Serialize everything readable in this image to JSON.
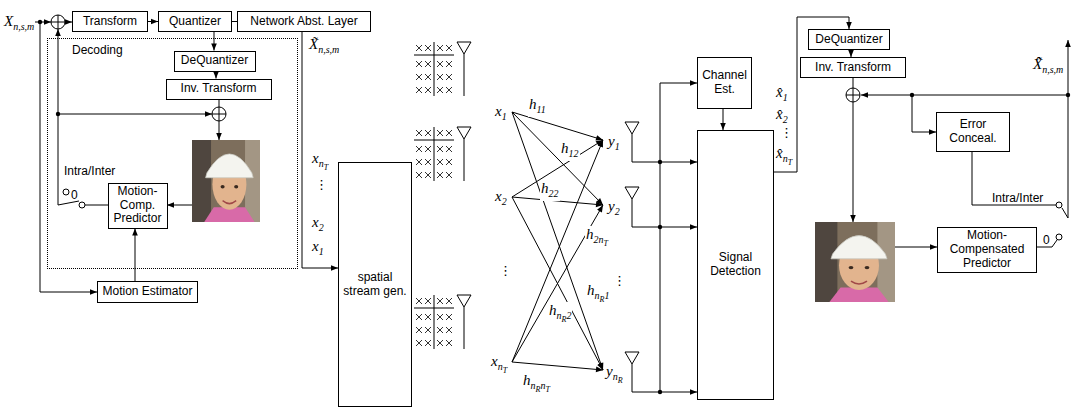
{
  "diagram": {
    "nodes": [
      {
        "text": [
          "Transform"
        ]
      },
      {
        "text": [
          "Quantizer"
        ]
      },
      {
        "text": [
          "Network Abst. Layer"
        ]
      },
      {
        "text": [
          "Decoding"
        ]
      },
      {
        "text": [
          "DeQuantizer"
        ],
        "in": 3
      },
      {
        "text": [
          "Inv. Transform"
        ],
        "in": 3
      },
      {
        "text": [
          "Motion- Comp. Predictor"
        ],
        "in": 3
      },
      {
        "text": [
          "Motion Estimator"
        ]
      },
      {
        "text": [
          "spatial stream gen."
        ]
      },
      {
        "text": [
          "Channel Est."
        ]
      },
      {
        "text": [
          "Signal Detection"
        ]
      },
      {
        "text": [
          "DeQuantizer"
        ]
      },
      {
        "text": [
          "Inv. Transform"
        ]
      },
      {
        "text": [
          "Error Conceal."
        ]
      },
      {
        "text": [
          "Motion- Compensated Predictor"
        ]
      }
    ],
    "edges": [
      {
        "from": 0,
        "to": 1,
        "arrow": "to"
      },
      {
        "from": 1,
        "to": 2,
        "arrow": "none"
      },
      {
        "from": 1,
        "to": 4,
        "arrow": "to"
      },
      {
        "from": 4,
        "to": 5,
        "arrow": "to"
      },
      {
        "from": 7,
        "to": 6,
        "arrow": "to"
      },
      {
        "from": 2,
        "to": 8,
        "arrow": "to"
      },
      {
        "from": 9,
        "to": 10,
        "arrow": "to"
      },
      {
        "from": 10,
        "to": 11,
        "arrow": "to"
      },
      {
        "from": 11,
        "to": 12,
        "arrow": "to"
      }
    ],
    "labels": [
      "X",
      "n,s,m",
      "X̃",
      "n,s,m",
      "x",
      "n",
      "T",
      "⋮",
      "x",
      "2",
      "x",
      "1",
      "x",
      "1",
      "x",
      "2",
      "⋮",
      "x",
      "n",
      "T",
      "h",
      "11",
      "h",
      "12",
      "h",
      "22",
      "h",
      "2n",
      "T",
      "h",
      "n",
      "R",
      "1",
      "h",
      "n",
      "R",
      "2",
      "h",
      "n",
      "R",
      "n",
      "T",
      "y",
      "1",
      "y",
      "2",
      "⋮",
      "y",
      "n",
      "R",
      "x̂",
      "1",
      "x̂",
      "2",
      "⋮",
      "x̂",
      "n",
      "T",
      "X̃̂",
      "n,s,m",
      "Intra/Inter",
      "0",
      "Intra/Inter",
      "0"
    ]
  }
}
